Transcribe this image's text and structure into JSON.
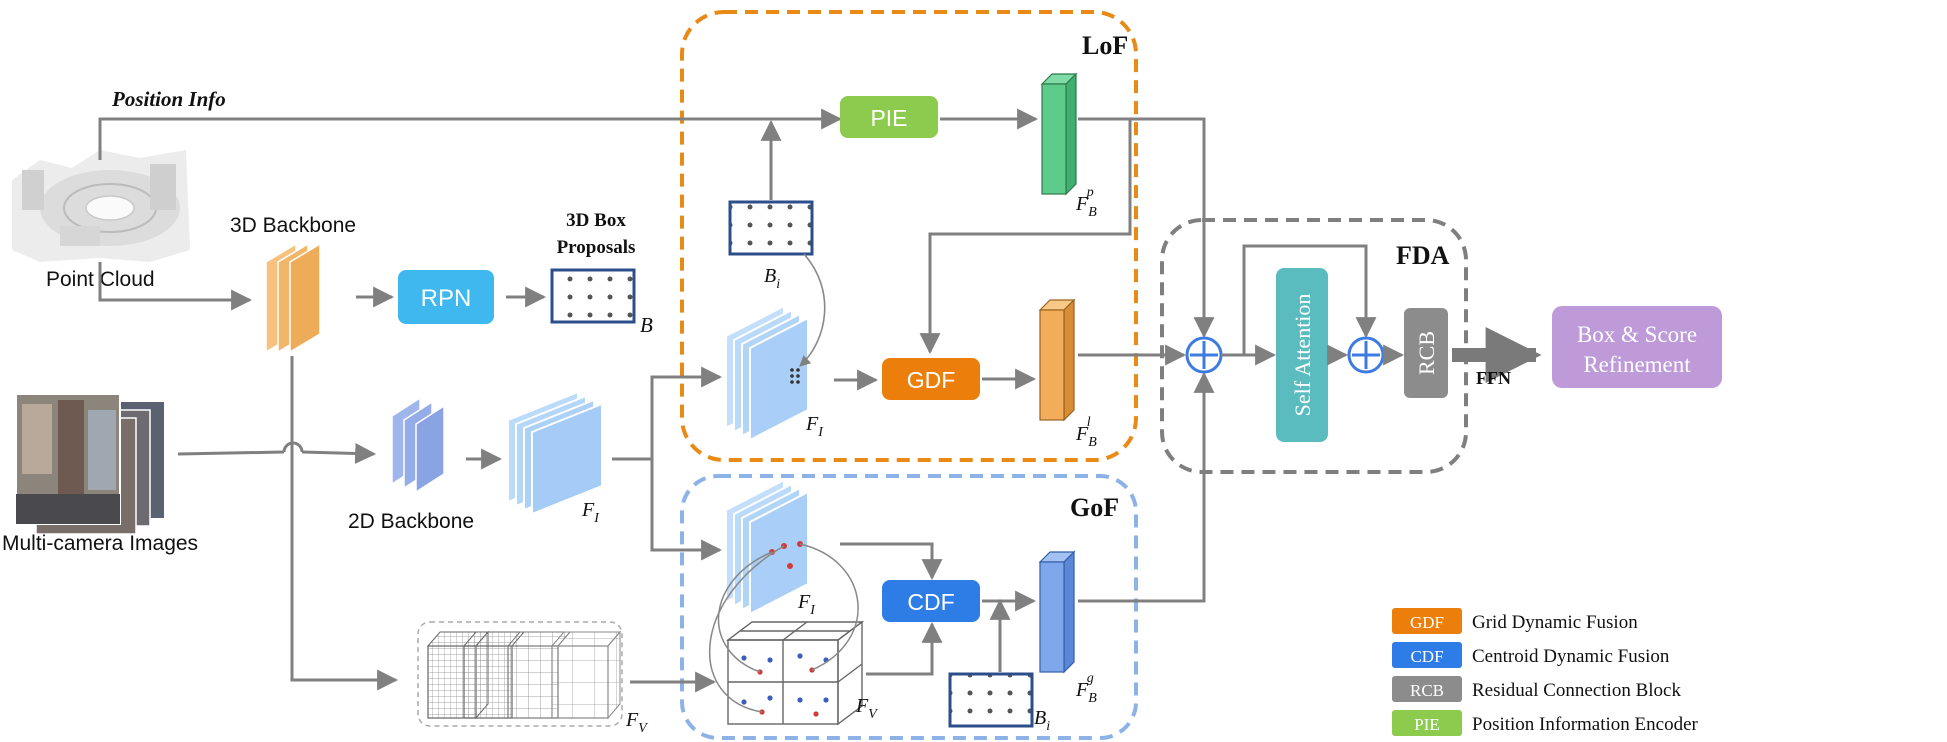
{
  "colors": {
    "gdf": "#EC7F0B",
    "cdf": "#2E7CE6",
    "rcb": "#8C8C8C",
    "pie": "#8CCB4E",
    "rpn": "#3EB8EE",
    "self_attention": "#5BBCC0",
    "refinement": "#BE9AD9",
    "feat_p": "#5DCB8A",
    "feat_l": "#F2AC5A",
    "feat_g": "#7FA8EC",
    "lof_border": "#E88A15",
    "gof_border": "#8DB2E8",
    "fda_border": "#7F7F7F",
    "arrow": "#808080"
  },
  "labels": {
    "position_info": "Position Info",
    "point_cloud": "Point Cloud",
    "backbone_3d": "3D Backbone",
    "rpn": "RPN",
    "proposals_line1": "3D Box",
    "proposals_line2": "Proposals",
    "proposals_symbol": "B",
    "multi_camera": "Multi-camera Images",
    "backbone_2d": "2D Backbone",
    "lof": "LoF",
    "gof": "GoF",
    "fda": "FDA",
    "pie": "PIE",
    "gdf": "GDF",
    "cdf": "CDF",
    "self_attention": "Self Attention",
    "rcb": "RCB",
    "ffn": "FFN",
    "refinement_line1": "Box & Score",
    "refinement_line2": "Refinement",
    "f_i": "F",
    "f_i_sub": "I",
    "f_v": "F",
    "f_v_sub": "V",
    "b_i": "B",
    "b_i_sub": "i",
    "fb": "F",
    "fb_sub": "B",
    "fb_p_sup": "p",
    "fb_l_sup": "l",
    "fb_g_sup": "g"
  },
  "legend": [
    {
      "abbr": "GDF",
      "text": "Grid Dynamic Fusion",
      "color": "#EC7F0B"
    },
    {
      "abbr": "CDF",
      "text": "Centroid Dynamic Fusion",
      "color": "#2E7CE6"
    },
    {
      "abbr": "RCB",
      "text": "Residual Connection Block",
      "color": "#8C8C8C"
    },
    {
      "abbr": "PIE",
      "text": "Position Information Encoder",
      "color": "#8CCB4E"
    }
  ]
}
